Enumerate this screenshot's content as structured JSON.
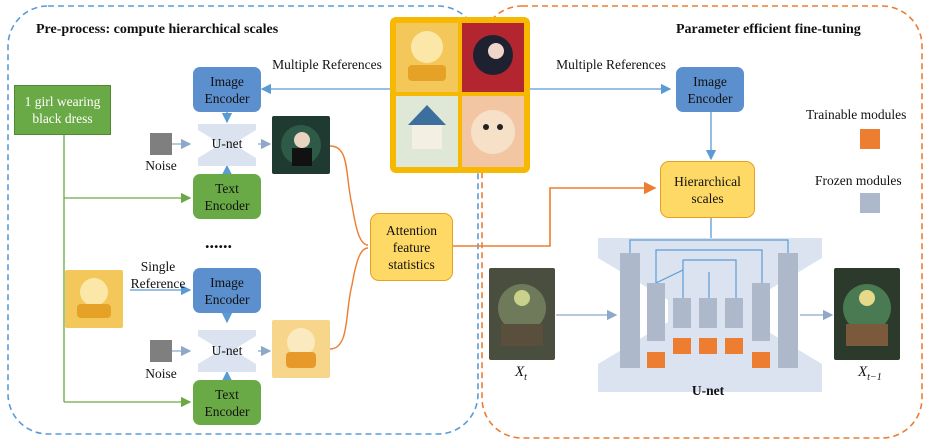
{
  "left_panel": {
    "title": "Pre-process: compute hierarchical scales",
    "prompt": "1 girl wearing black dress",
    "multiple_references": "Multiple References",
    "single_reference": "Single Reference",
    "ellipsis": "......",
    "top_branch": {
      "image_encoder": "Image Encoder",
      "unet": "U-net",
      "noise": "Noise",
      "text_encoder": "Text Encoder"
    },
    "bottom_branch": {
      "image_encoder": "Image Encoder",
      "unet": "U-net",
      "noise": "Noise",
      "text_encoder": "Text Encoder"
    },
    "attention": "Attention feature statistics"
  },
  "right_panel": {
    "title": "Parameter efficient fine-tuning",
    "multiple_references": "Multiple References",
    "image_encoder": "Image Encoder",
    "hierarchical_scales": "Hierarchical scales",
    "unet": "U-net",
    "x_t": "X",
    "x_t_sub": "t",
    "x_t1": "X",
    "x_t1_sub": "t−1",
    "legend": {
      "trainable": "Trainable modules",
      "frozen": "Frozen modules",
      "trainable_color": "#ed7d31",
      "frozen_color": "#adb9ca"
    }
  },
  "colors": {
    "encoder": "#5b8fce",
    "text_encoder": "#6aaa46",
    "attention": "#ffd966",
    "left_border": "#5b9bd5",
    "right_border": "#ed7d31",
    "reference_frame": "#f6b800"
  }
}
